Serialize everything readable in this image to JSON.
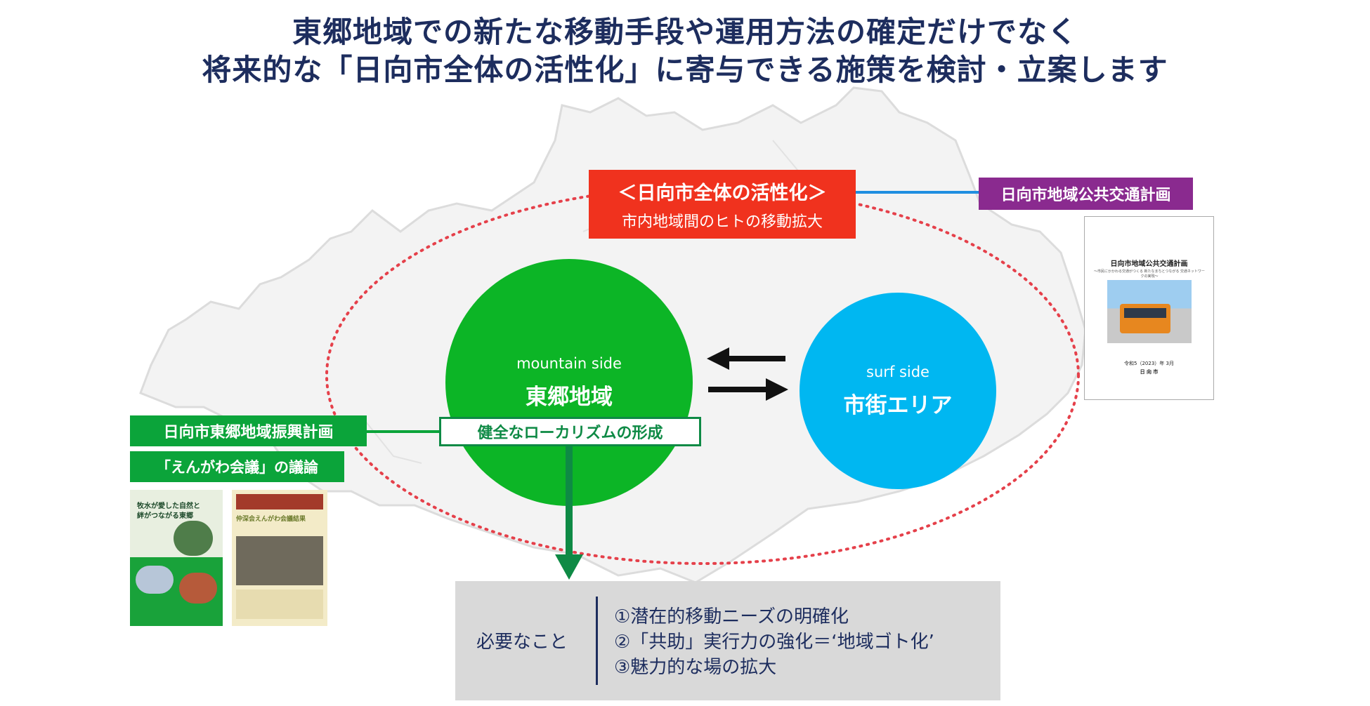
{
  "title": {
    "line1": "東郷地域での新たな移動手段や運用方法の確定だけでなく",
    "line2": "将来的な「日向市全体の活性化」に寄与できる施策を検討・立案します"
  },
  "red_box": {
    "heading": "＜日向市全体の活性化＞",
    "subheading": "市内地域間のヒトの移動拡大"
  },
  "purple_box": {
    "label": "日向市地域公共交通計画"
  },
  "green_circle": {
    "en": "mountain side",
    "jp": "東郷地域"
  },
  "blue_circle": {
    "en": "surf side",
    "jp": "市街エリア"
  },
  "green_label_1": "日向市東郷地域振興計画",
  "green_label_2": "「えんがわ会議」の議論",
  "outlined_label": "健全なローカリズムの形成",
  "needs": {
    "label": "必要なこと",
    "items": [
      "①潜在的移動ニーズの明確化",
      "②「共助」実行力の強化＝‘地域ゴト化’",
      "③魅力的な場の拡大"
    ]
  },
  "doc_right": {
    "title": "日向市地域公共交通計画",
    "subtitle": "〜市民にかかわる交通がつくる 新たなまちとつながる 交通ネットワークの実現〜",
    "date": "令和5（2023）年 3月",
    "org": "日 向 市"
  },
  "doc_left1": {
    "line1": "牧水が愛した自然と",
    "line2": "絆がつながる東郷"
  },
  "doc_left2": {
    "title": "仲深会えんがわ会議結果"
  },
  "colors": {
    "title": "#1d2d5e",
    "red": "#f0321e",
    "purple": "#8a2a8f",
    "green": "#0cb526",
    "blue": "#00b7f1",
    "dark_green": "#0e8a45",
    "gray_box": "#d9d9d9"
  }
}
